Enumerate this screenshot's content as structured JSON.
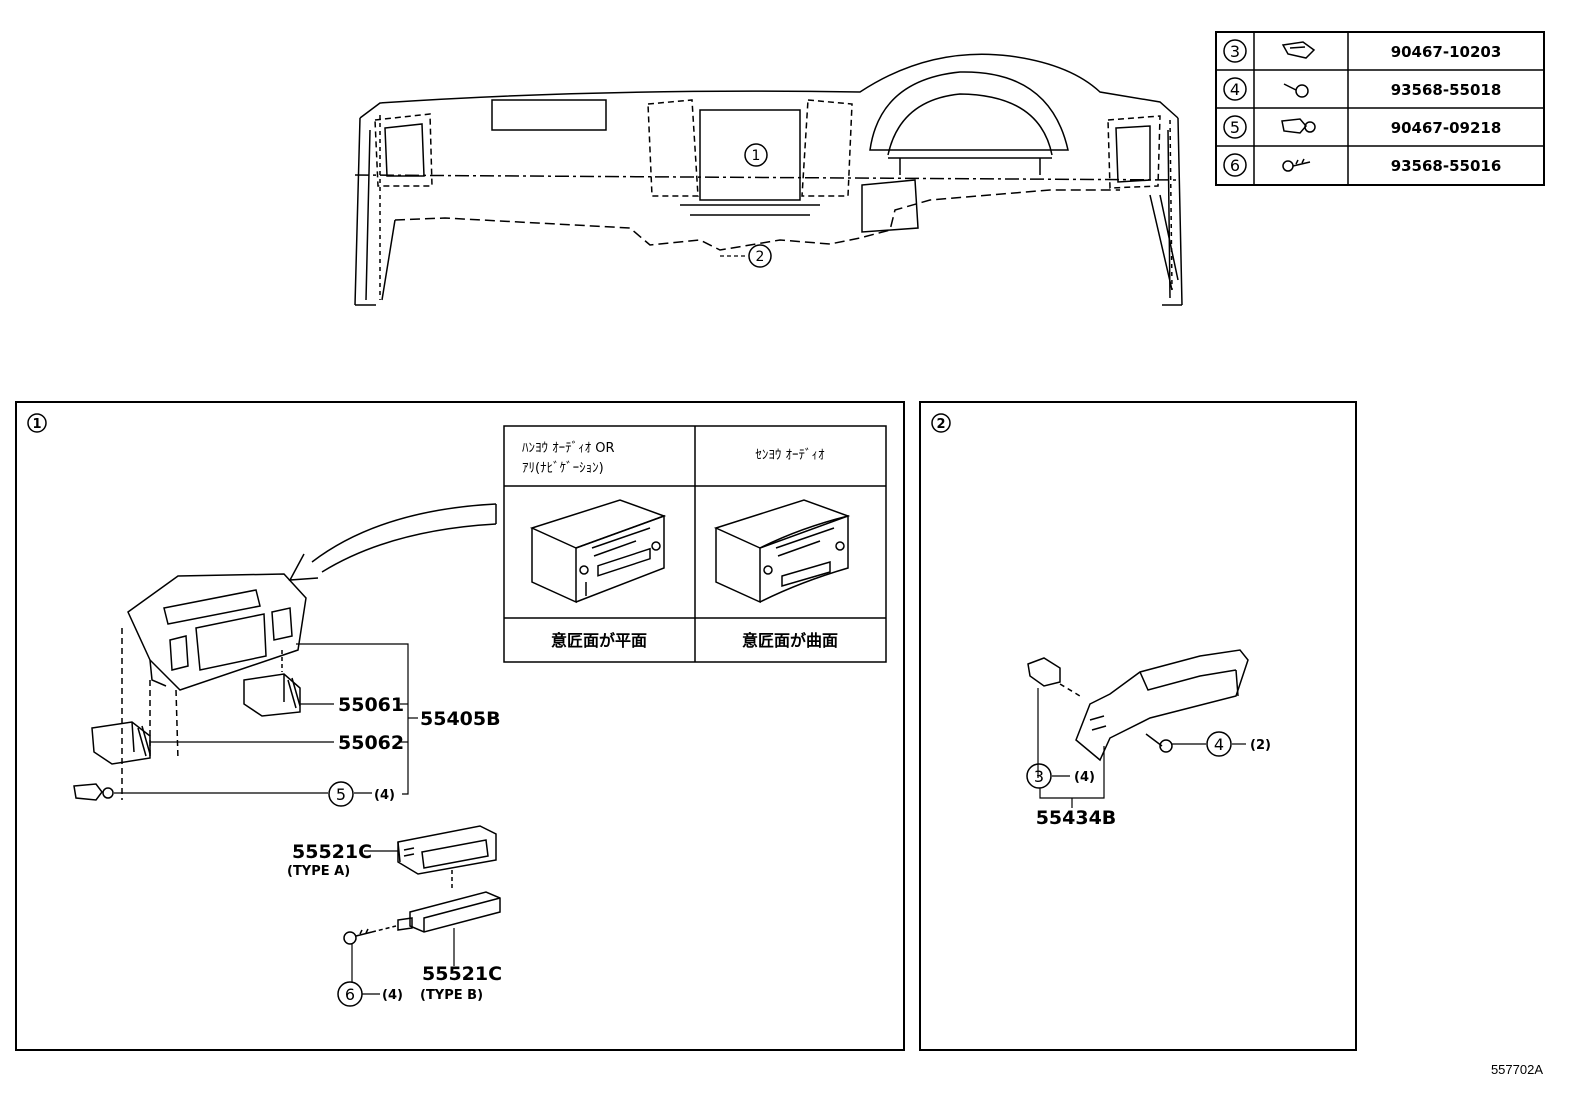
{
  "legend": [
    {
      "num": "3",
      "part": "90467-10203",
      "icon": "clip-icon"
    },
    {
      "num": "4",
      "part": "93568-55018",
      "icon": "screw-icon"
    },
    {
      "num": "5",
      "part": "90467-09218",
      "icon": "clip-icon"
    },
    {
      "num": "6",
      "part": "93568-55016",
      "icon": "screw-icon"
    }
  ],
  "overview": {
    "callout1": "1",
    "callout2": "2"
  },
  "panel1": {
    "label": "1",
    "audio_table": {
      "col1_header_line1": "ﾊﾝﾖｳ ｵｰﾃﾞｨｵ OR",
      "col1_header_line2": "ｱﾘ(ﾅﾋﾞｹﾞｰｼｮﾝ)",
      "col2_header": "ｾﾝﾖｳ ｵｰﾃﾞｨｵ",
      "col1_footer": "意匠面が平面",
      "col2_footer": "意匠面が曲面"
    },
    "parts": {
      "p55061": "55061",
      "p55062": "55062",
      "p55405B": "55405B",
      "p5_num": "5",
      "p5_qty": "(4)",
      "p55521C_a": "55521C",
      "type_a": "(TYPE  A)",
      "p55521C_b": "55521C",
      "type_b": "(TYPE  B)",
      "p6_num": "6",
      "p6_qty": "(4)"
    }
  },
  "panel2": {
    "label": "2",
    "parts": {
      "p4_num": "4",
      "p4_qty": "(2)",
      "p3_num": "3",
      "p3_qty": "(4)",
      "p55434B": "55434B"
    }
  },
  "figure_code": "557702A"
}
